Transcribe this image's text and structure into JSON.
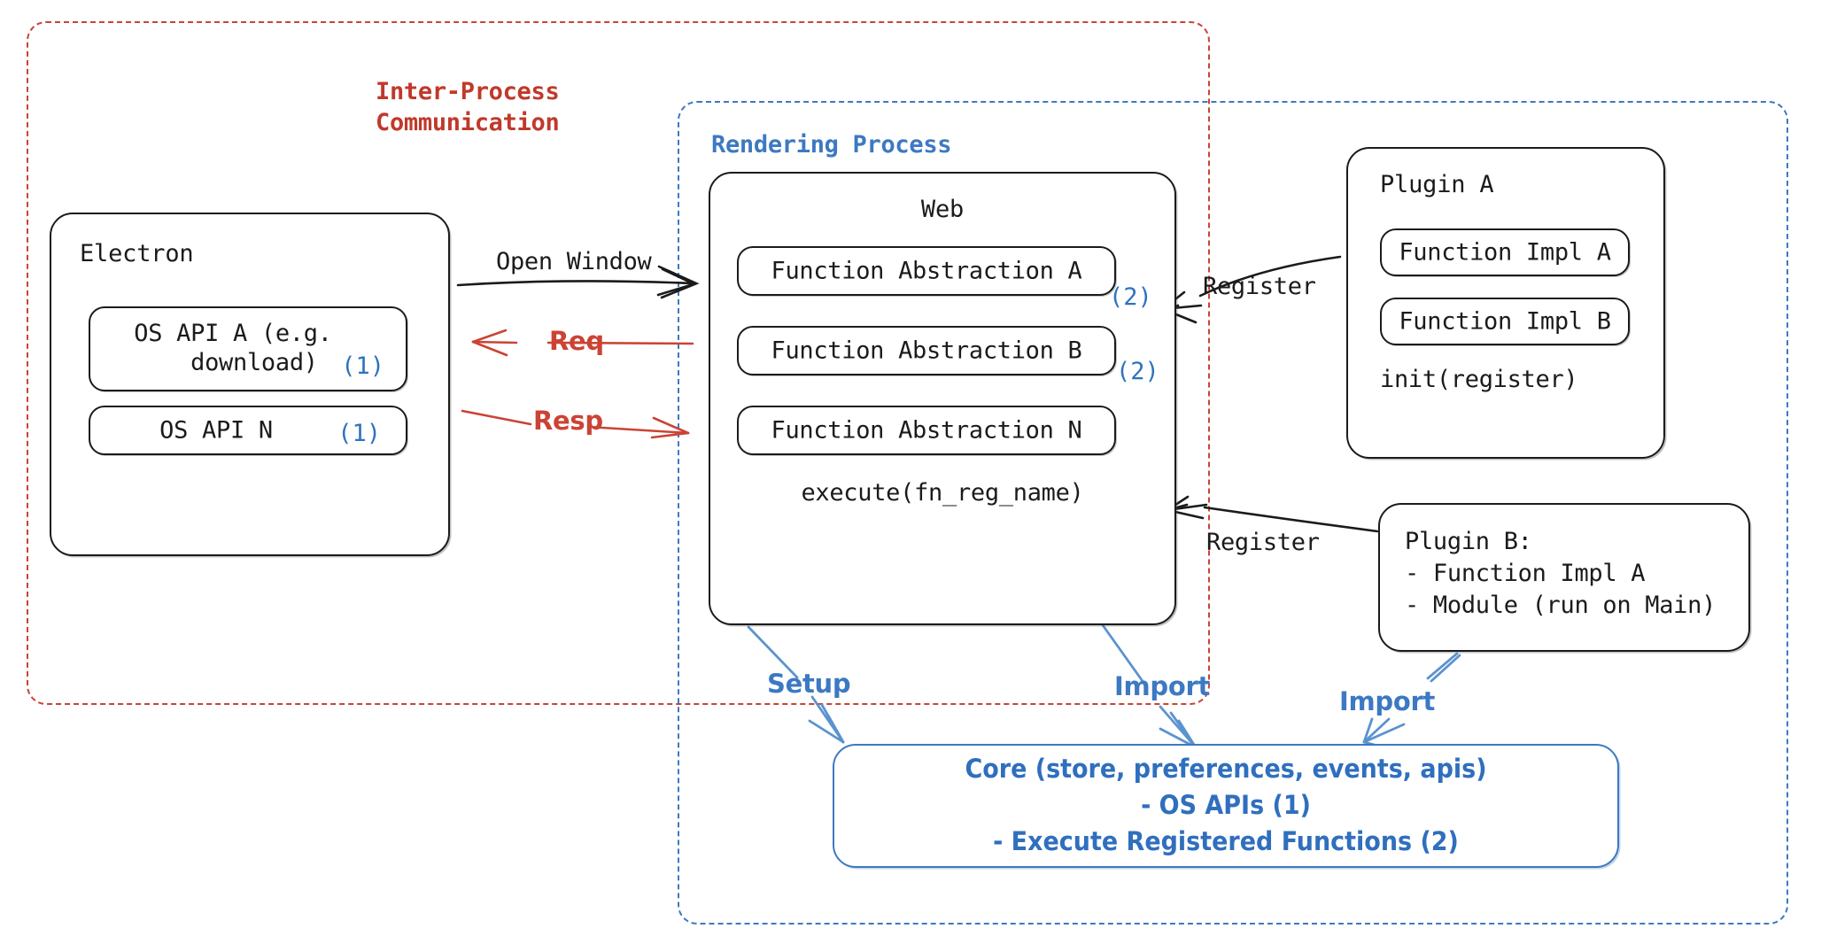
{
  "diagram": {
    "title": "Electron plugin architecture",
    "colors": {
      "ink": "#1b1b1b",
      "red": "#cb4335",
      "blue": "#3d79c2",
      "badge_blue": "#2f72bd",
      "background": "#ffffff"
    }
  },
  "regions": {
    "ipc": {
      "title": "Inter-Process\nCommunication"
    },
    "rendering": {
      "title": "Rendering Process"
    }
  },
  "electron": {
    "caption": "Electron",
    "apis": [
      {
        "label": "OS API A (e.g.\n   download)",
        "badge": "(1)"
      },
      {
        "label": "OS API N",
        "badge": "(1)"
      }
    ]
  },
  "web": {
    "caption": "Web",
    "abstractions": [
      {
        "label": "Function Abstraction A",
        "badge": "(2)"
      },
      {
        "label": "Function Abstraction B",
        "badge": "(2)"
      },
      {
        "label": "Function Abstraction N",
        "badge": ""
      }
    ],
    "method": "execute(fn_reg_name)"
  },
  "plugin_a": {
    "caption": "Plugin A",
    "impls": [
      {
        "label": "Function Impl A"
      },
      {
        "label": "Function Impl B"
      }
    ],
    "method": "init(register)"
  },
  "plugin_b": {
    "lines": "Plugin B:\n- Function Impl A\n- Module (run on Main)"
  },
  "core": {
    "lines": "Core (store, preferences, events, apis)\n- OS APIs (1)\n- Execute Registered Functions (2)"
  },
  "edges": {
    "open_window": "Open Window",
    "req": "Req",
    "resp": "Resp",
    "register_a": "Register",
    "register_b": "Register",
    "setup": "Setup",
    "import_web": "Import",
    "import_plugin_b": "Import"
  }
}
